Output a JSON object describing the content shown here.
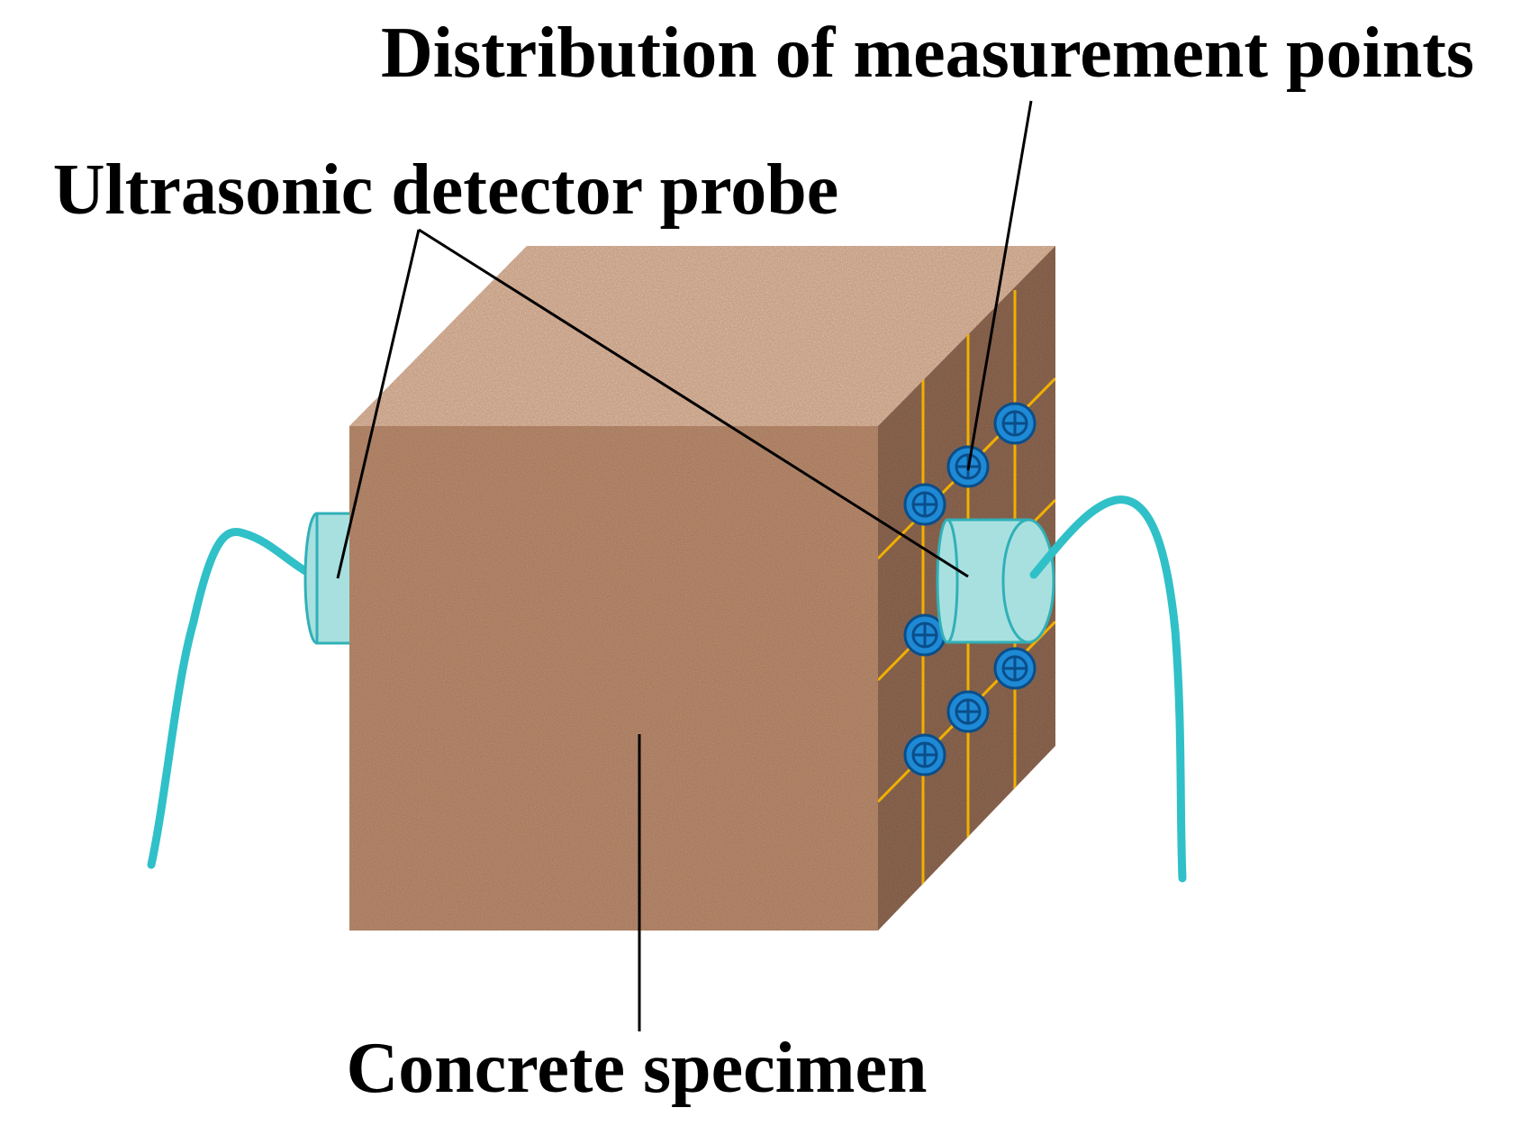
{
  "labels": {
    "measurement_points": "Distribution of measurement points",
    "probe": "Ultrasonic detector probe",
    "specimen": "Concrete specimen"
  },
  "colors": {
    "concrete_front": "#b5876a",
    "concrete_top": "#c8a084",
    "concrete_side": "#8a6550",
    "probe_fill": "#a8e0e0",
    "probe_stroke": "#30b0b8",
    "cable": "#30c0c8",
    "grid_line": "#f0b000",
    "point_fill": "#1e8ad6",
    "point_stroke": "#0a4e8a",
    "leader_line": "#000000"
  },
  "icons": {
    "measurement_point": "circled-plus-icon"
  }
}
